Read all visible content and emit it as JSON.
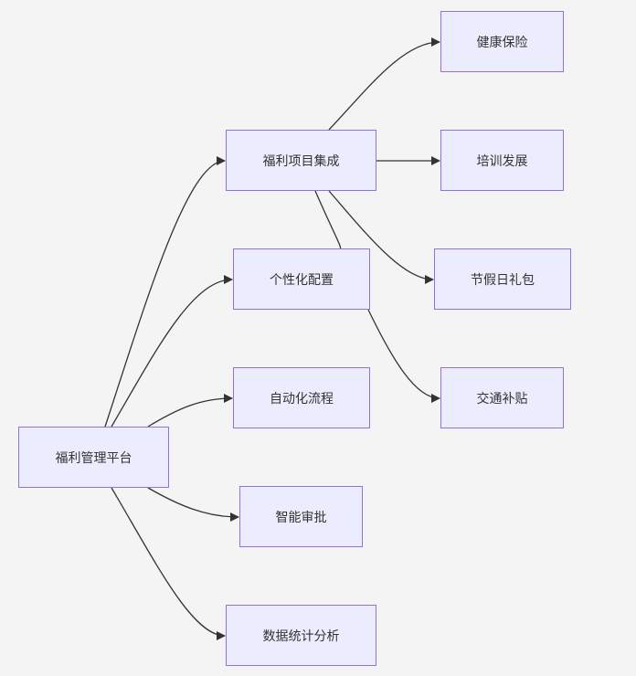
{
  "diagram": {
    "type": "flowchart",
    "direction": "left-to-right",
    "colors": {
      "background": "#f4f4f4",
      "node_fill": "#ececff",
      "node_border": "#9370db",
      "text": "#333333",
      "edge": "#333333"
    },
    "nodes": {
      "root": "福利管理平台",
      "integration": "福利项目集成",
      "personalization": "个性化配置",
      "automation": "自动化流程",
      "approval": "智能审批",
      "statistics": "数据统计分析",
      "health": "健康保险",
      "training": "培训发展",
      "holiday_gift": "节假日礼包",
      "transport": "交通补贴"
    },
    "edges": [
      {
        "from": "root",
        "to": "integration"
      },
      {
        "from": "root",
        "to": "personalization"
      },
      {
        "from": "root",
        "to": "automation"
      },
      {
        "from": "root",
        "to": "approval"
      },
      {
        "from": "root",
        "to": "statistics"
      },
      {
        "from": "integration",
        "to": "health"
      },
      {
        "from": "integration",
        "to": "training"
      },
      {
        "from": "integration",
        "to": "holiday_gift"
      },
      {
        "from": "integration",
        "to": "transport"
      }
    ]
  }
}
